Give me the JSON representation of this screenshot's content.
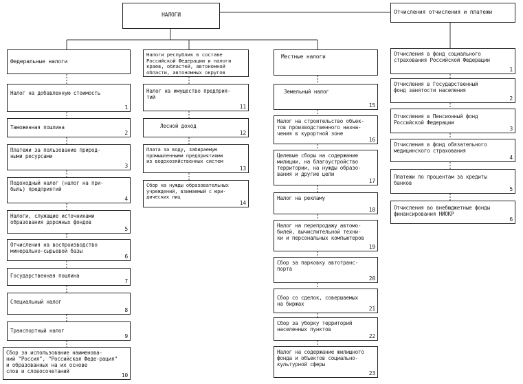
{
  "root": {
    "label": "НАЛОГИ"
  },
  "top_right": {
    "label": "Отчисления отчисления и платежи"
  },
  "columns": [
    {
      "header": "Федеральные налоги",
      "items": [
        {
          "label": "Налог на добавленную стоимость",
          "num": "1"
        },
        {
          "label": "Таможенная пошлина",
          "num": "2"
        },
        {
          "label": "Платежи за пользование природ-\nными ресурсами",
          "num": "3"
        },
        {
          "label": "Подоходный налог (налог на при-\nбыль) предприятий",
          "num": "4"
        },
        {
          "label": "Налоги, служащие источниками\nобразования дорожных фондов",
          "num": "5"
        },
        {
          "label": "Отчисления на воспроизводство\nминерально-сырьевой базы",
          "num": "6"
        },
        {
          "label": "Государственная пошлина",
          "num": "7"
        },
        {
          "label": "Специальный налог",
          "num": "8"
        },
        {
          "label": "Транспортный налог",
          "num": "9"
        },
        {
          "label": "Сбор за использование наименова-\nний \"Россия\", \"Российская Феде-рация\"\nи образованных на их основе\nслов и словосочетаний",
          "num": "10"
        }
      ]
    },
    {
      "header": "Налоги республик в составе\nРоссийской Федерации и налоги\nкраев, областей, автономной\nобласти, автономных округов",
      "items": [
        {
          "label": "Налог на имущество предприя-\nтий",
          "num": "11"
        },
        {
          "label": "Лесной доход",
          "num": "12"
        },
        {
          "label": "Плата за воду, забираемую\nпромышленными предприятиями\nиз водохозяйственных систем",
          "num": "13"
        },
        {
          "label": "Сбор на нужды образовательных\nучреждений, взимаемый с юри-\nдических лиц",
          "num": "14"
        }
      ]
    },
    {
      "header": "Местные налоги",
      "items": [
        {
          "label": "Земельный налог",
          "num": "15"
        },
        {
          "label": "Налог на строительство объек-\nтов производственного назна-\nчения в курортной зоне",
          "num": "16"
        },
        {
          "label": "Целевые сборы на содержание\nмилиции, на благоустройство\nтерритории, на нужды образо-\nвания и другие цели",
          "num": "17"
        },
        {
          "label": "Налог на рекламу",
          "num": "18"
        },
        {
          "label": "Налог на перепродажу автомо-\nбилей, вычислительной техни-\nки и персональных компьютеров",
          "num": "19"
        },
        {
          "label": "Сбор за парковку автотранс-\nпорта",
          "num": "20"
        },
        {
          "label": "Сбор со сделок, совершаемых\nна биржах",
          "num": "21"
        },
        {
          "label": "Сбор за уборку территорий\nнаселенных пунктов",
          "num": "22"
        },
        {
          "label": "Налог на содержание жилищного\nфонда и объектов социально-\nкультурной сферы",
          "num": "23"
        }
      ]
    },
    {
      "header": "",
      "items": [
        {
          "label": "Отчисления в фонд социального\nстрахования Российской Федерации",
          "num": "1"
        },
        {
          "label": "Отчисления в Государственный\nфонд занятости населения",
          "num": "2"
        },
        {
          "label": "Отчисления в Пенсионный фонд\nРоссийской Федерации",
          "num": "3"
        },
        {
          "label": "Отчисления в фонд обязательного\nмедицинского страхования",
          "num": "4"
        },
        {
          "label": "Платежи по процентам за кредиты\nбанков",
          "num": "5"
        },
        {
          "label": "Отчисления во внебюджетные фонды\nфинансирования НИОКР",
          "num": "6"
        }
      ]
    }
  ]
}
